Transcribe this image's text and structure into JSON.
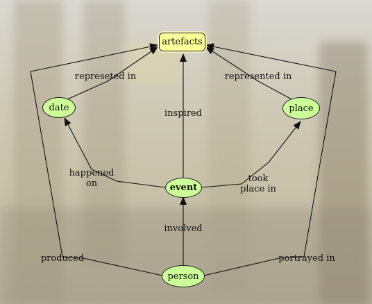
{
  "nodes": {
    "artefacts": "artefacts",
    "date": "date",
    "place": "place",
    "event": "event",
    "person": "person"
  },
  "edges": {
    "date_artefacts": "represeted in",
    "place_artefacts": "represented in",
    "event_artefacts": "inspired",
    "event_date": "happened\non",
    "event_place": "took\nplace in",
    "person_event": "involved",
    "person_artefacts_produced": "produced",
    "person_artefacts_portrayed": "portrayed in"
  },
  "colors": {
    "rect_fill": "#ffff99",
    "ellipse_fill": "#ccff99",
    "line": "#111111"
  }
}
